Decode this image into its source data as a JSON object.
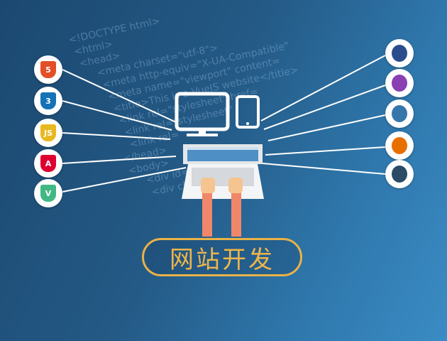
{
  "background_code": [
    "<!DOCTYPE html>",
    "<html>",
    "<head>",
    "    <meta charset=\"utf-8\">",
    "    <meta http-equiv=\"X-UA-Compatible\"",
    "    <meta name=\"viewport\" content=",
    "    <title>This is a VueJS website</title>",
    "    <link rel=\"stylesheet\" href=",
    "    <link rel=\"stylesheet\"",
    "    <link rel=",
    "</head>",
    "<body>",
    "    <div id=\"app\"",
    "    <div class="
  ],
  "left_icons": [
    {
      "name": "html5-icon",
      "label": "5",
      "color": "#e34f26"
    },
    {
      "name": "css3-icon",
      "label": "3",
      "color": "#1572b6"
    },
    {
      "name": "javascript-icon",
      "label": "JS",
      "color": "#e8b820"
    },
    {
      "name": "angular-icon",
      "label": "A",
      "color": "#dd0031"
    },
    {
      "name": "vue-icon",
      "label": "V",
      "color": "#41b883"
    }
  ],
  "right_icons": [
    {
      "name": "mysql-icon",
      "label": "",
      "color": "#2b4c8c"
    },
    {
      "name": "php-icon",
      "label": "",
      "color": "#8a3fb3"
    },
    {
      "name": "python-icon",
      "label": "",
      "color": "#3776ab"
    },
    {
      "name": "java-icon",
      "label": "",
      "color": "#e76f00"
    },
    {
      "name": "github-icon",
      "label": "",
      "color": "#2a4a66"
    }
  ],
  "title": "网站开发",
  "colors": {
    "accent": "#e9b247",
    "background": "#245a86"
  }
}
